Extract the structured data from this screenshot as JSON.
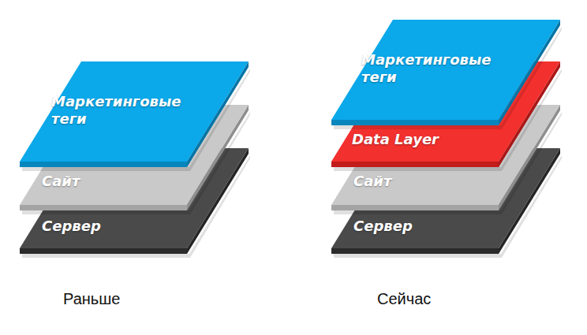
{
  "diagram": {
    "nodes": [
      {
        "text": [
          "Маркетинговые теги"
        ]
      },
      {
        "text": [
          "Сайт"
        ]
      },
      {
        "text": [
          "Сервер"
        ]
      },
      {
        "text": [
          "Маркетинговые теги"
        ]
      },
      {
        "text": [
          "Data Layer"
        ]
      },
      {
        "text": [
          "Сайт"
        ]
      },
      {
        "text": [
          "Сервер"
        ]
      }
    ],
    "labels": [
      "Раньше",
      "Сейчас"
    ]
  }
}
